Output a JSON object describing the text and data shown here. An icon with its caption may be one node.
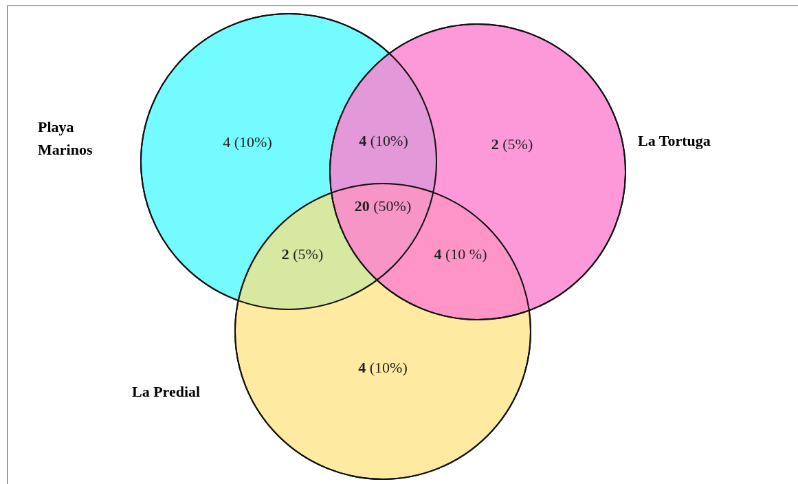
{
  "diagram": {
    "nodes": [
      {
        "text": [
          "Playa Marinos"
        ]
      },
      {
        "text": [
          "La Tortuga"
        ]
      },
      {
        "text": [
          "La Predial"
        ]
      }
    ],
    "labels": [
      "4 (10%)",
      "**4** (10%)",
      "**2** (5%)",
      "**20** (50%)",
      "**2** (5%)",
      "**4** (10 %)",
      "**4** (10%)"
    ]
  }
}
